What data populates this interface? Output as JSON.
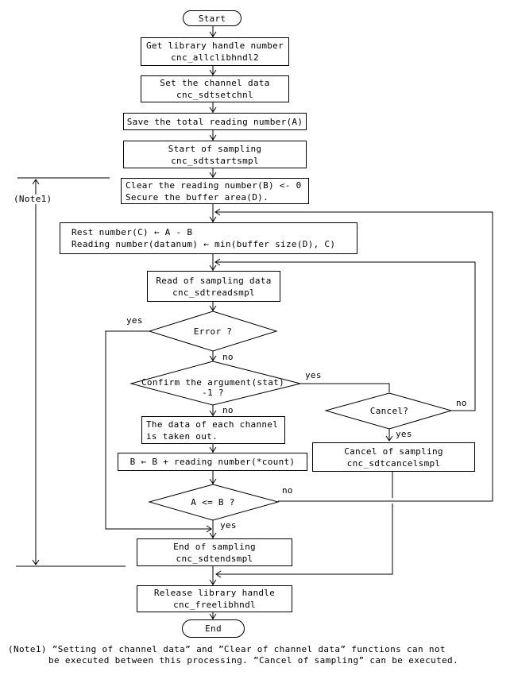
{
  "nodes": {
    "start": {
      "label": "Start"
    },
    "get_handle": {
      "line1": "Get library handle number",
      "line2": "cnc_allclibhndl2"
    },
    "set_channel": {
      "line1": "Set the channel data",
      "line2": "cnc_sdtsetchnl"
    },
    "save_total": {
      "line1": "Save the total reading number(A)"
    },
    "start_sampling": {
      "line1": "Start of sampling",
      "line2": "cnc_sdtstartsmpl"
    },
    "clear_reading": {
      "line1": "Clear the reading number(B) <- 0",
      "line2": "Secure the buffer area(D)."
    },
    "rest_number": {
      "line1": "Rest number(C) ← A - B",
      "line2": "Reading number(datanum) ← min(buffer size(D), C)"
    },
    "read_sampling": {
      "line1": "Read of sampling data",
      "line2": "cnc_sdtreadsmpl"
    },
    "error_decision": {
      "label": "Error ?"
    },
    "confirm_decision": {
      "line1": "Confirm the argument(stat)",
      "line2": "-1 ?"
    },
    "take_out": {
      "line1": "The data of each channel",
      "line2": "is taken out."
    },
    "update_b": {
      "line1": "B ← B + reading number(*count)"
    },
    "ab_decision": {
      "label": "A <= B ?"
    },
    "cancel_decision": {
      "label": "Cancel?"
    },
    "cancel_sampling": {
      "line1": "Cancel of sampling",
      "line2": "cnc_sdtcancelsmpl"
    },
    "end_sampling": {
      "line1": "End of sampling",
      "line2": "cnc_sdtendsmpl"
    },
    "release_handle": {
      "line1": "Release library handle",
      "line2": "cnc_freelibhndl"
    },
    "end": {
      "label": "End"
    }
  },
  "branch_labels": {
    "error_yes": "yes",
    "error_no": "no",
    "confirm_yes": "yes",
    "confirm_no": "no",
    "cancel_no": "no",
    "cancel_yes": "yes",
    "ab_no": "no",
    "ab_yes": "yes"
  },
  "note_indicator": "(Note1)",
  "note": {
    "line1": "(Note1) ”Setting of channel data” and ”Clear of channel data” functions can not",
    "line2": "be executed between this processing. ”Cancel of sampling” can be executed."
  },
  "colors": {
    "line": "#000000",
    "background": "#ffffff",
    "text": "#000000"
  }
}
